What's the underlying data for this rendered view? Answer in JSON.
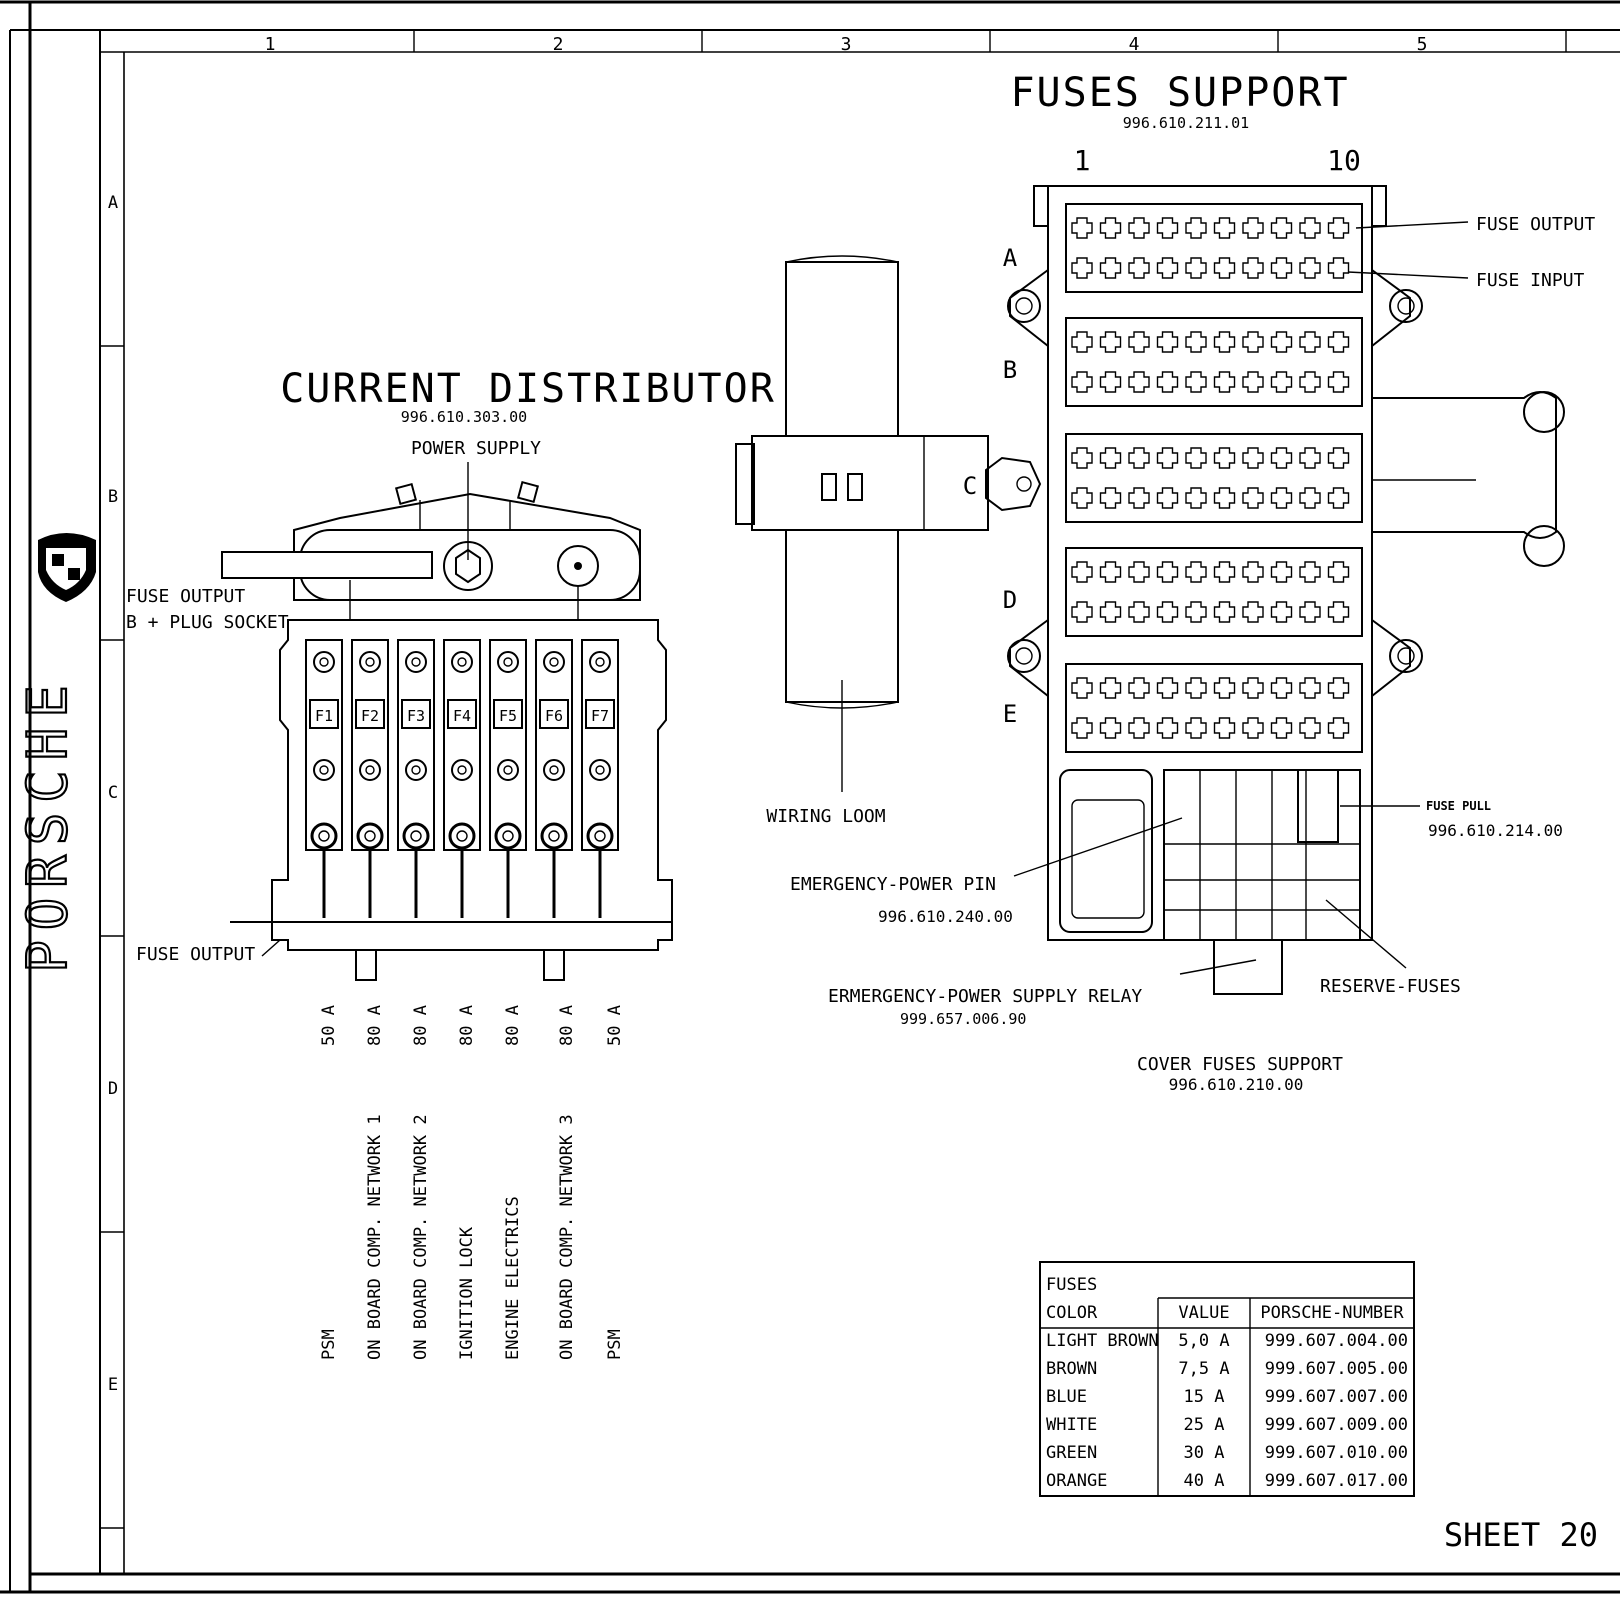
{
  "frame": {
    "columns": [
      "1",
      "2",
      "3",
      "4",
      "5"
    ],
    "rows": [
      "A",
      "B",
      "C",
      "D",
      "E"
    ],
    "brand": "PORSCHE",
    "sheet_label": "SHEET 20"
  },
  "current_distributor": {
    "title": "CURRENT DISTRIBUTOR",
    "part_number": "996.610.303.00",
    "power_supply": "POWER SUPPLY",
    "fuse_output_plug_1": "FUSE OUTPUT",
    "fuse_output_plug_2": "B + PLUG SOCKET",
    "fuse_output_bottom": "FUSE OUTPUT",
    "fuses": [
      {
        "label": "F1",
        "rating": "50 A",
        "circuit": "PSM"
      },
      {
        "label": "F2",
        "rating": "80 A",
        "circuit": "ON BOARD COMP. NETWORK 1"
      },
      {
        "label": "F3",
        "rating": "80 A",
        "circuit": "ON BOARD COMP. NETWORK 2"
      },
      {
        "label": "F4",
        "rating": "80 A",
        "circuit": "IGNITION LOCK"
      },
      {
        "label": "F5",
        "rating": "80 A",
        "circuit": "ENGINE ELECTRICS"
      },
      {
        "label": "F6",
        "rating": "80 A",
        "circuit": "ON BOARD COMP. NETWORK 3"
      },
      {
        "label": "F7",
        "rating": "50 A",
        "circuit": "PSM"
      }
    ]
  },
  "wiring_loom": {
    "label": "WIRING LOOM"
  },
  "fuses_support": {
    "title": "FUSES SUPPORT",
    "part_number": "996.610.211.01",
    "col_first": "1",
    "col_last": "10",
    "rows": [
      "A",
      "B",
      "C",
      "D",
      "E"
    ],
    "fuse_output": "FUSE OUTPUT",
    "fuse_input": "FUSE INPUT",
    "fuse_pull": "FUSE PULL",
    "fuse_pull_number": "996.610.214.00",
    "emergency_pin": "EMERGENCY-POWER PIN",
    "emergency_pin_number": "996.610.240.00",
    "relay": "ERMERGENCY-POWER  SUPPLY RELAY",
    "relay_number": "999.657.006.90",
    "reserve": "RESERVE-FUSES",
    "cover": "COVER  FUSES SUPPORT",
    "cover_number": "996.610.210.00"
  },
  "fuse_table": {
    "header_top": "FUSES",
    "headers": [
      "COLOR",
      "VALUE",
      "PORSCHE-NUMBER"
    ],
    "rows": [
      [
        "LIGHT BROWN",
        "5,0 A",
        "999.607.004.00"
      ],
      [
        "BROWN",
        "7,5 A",
        "999.607.005.00"
      ],
      [
        "BLUE",
        "15 A",
        "999.607.007.00"
      ],
      [
        "WHITE",
        "25 A",
        "999.607.009.00"
      ],
      [
        "GREEN",
        "30 A",
        "999.607.010.00"
      ],
      [
        "ORANGE",
        "40 A",
        "999.607.017.00"
      ]
    ]
  }
}
